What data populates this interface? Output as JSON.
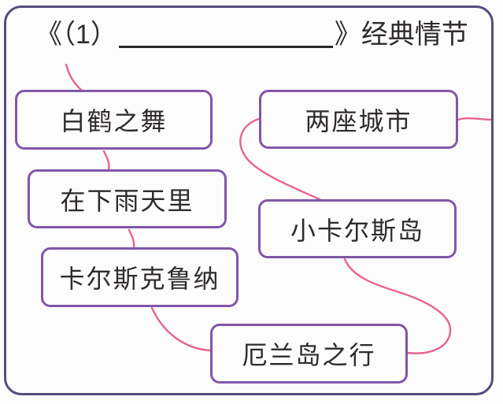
{
  "title": {
    "prefix": "《（1）",
    "blank_value": "",
    "suffix": "》经典情节"
  },
  "nodes": [
    {
      "id": "white-crane-dance",
      "label": "白鹤之舞"
    },
    {
      "id": "two-cities",
      "label": "两座城市"
    },
    {
      "id": "in-rainy-days",
      "label": "在下雨天里"
    },
    {
      "id": "little-karls-island",
      "label": "小卡尔斯岛"
    },
    {
      "id": "karlskrona",
      "label": "卡尔斯克鲁纳"
    },
    {
      "id": "oland-island-trip",
      "label": "厄兰岛之行"
    }
  ],
  "connections": [
    {
      "from": "title",
      "to": "white-crane-dance"
    },
    {
      "from": "white-crane-dance",
      "to": "in-rainy-days"
    },
    {
      "from": "in-rainy-days",
      "to": "karlskrona"
    },
    {
      "from": "karlskrona",
      "to": "oland-island-trip"
    },
    {
      "from": "two-cities",
      "to": "little-karls-island"
    },
    {
      "from": "two-cities",
      "to": "right-edge-stub"
    },
    {
      "from": "little-karls-island",
      "to": "oland-island-trip"
    }
  ],
  "theme": {
    "frame-color": "#574a7e",
    "box-border-color": "#8156a8",
    "connector-color": "#e8638f",
    "text-color": "#2f2b2d",
    "bg-color": "#fdfcfd"
  }
}
